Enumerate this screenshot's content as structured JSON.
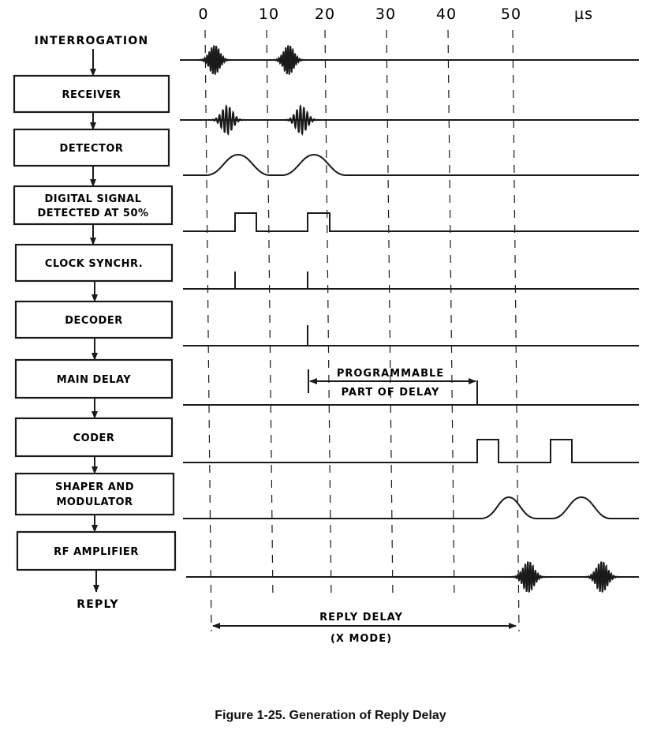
{
  "time_axis": {
    "ticks": [
      {
        "label": "0",
        "t": 0
      },
      {
        "label": "10",
        "t": 10
      },
      {
        "label": "20",
        "t": 20
      },
      {
        "label": "30",
        "t": 30
      },
      {
        "label": "40",
        "t": 40
      },
      {
        "label": "50",
        "t": 50
      }
    ],
    "unit": "µs"
  },
  "stages": {
    "interrogation": "INTERROGATION",
    "receiver": "RECEIVER",
    "detector": "DETECTOR",
    "digital_line1": "DIGITAL SIGNAL",
    "digital_line2": "DETECTED AT 50%",
    "clock": "CLOCK SYNCHR.",
    "decoder": "DECODER",
    "main_delay": "MAIN DELAY",
    "coder": "CODER",
    "shaper_line1": "SHAPER AND",
    "shaper_line2": "MODULATOR",
    "rf_amplifier": "RF AMPLIFIER",
    "reply": "REPLY"
  },
  "annotations": {
    "programmable_line1": "PROGRAMMABLE",
    "programmable_line2": "PART OF DELAY",
    "reply_delay_line1": "REPLY DELAY",
    "reply_delay_line2": "(X MODE)"
  },
  "caption": "Figure 1-25. Generation of Reply Delay"
}
